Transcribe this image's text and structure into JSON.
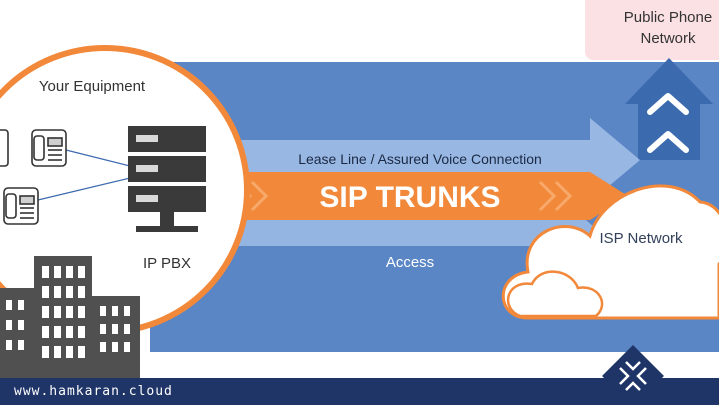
{
  "diagram": {
    "equipment_label": "Your Equipment",
    "pbx_label": "IP PBX",
    "top_label": "Lease Line / Assured Voice Connection",
    "trunk_label": "SIP TRUNKS",
    "access_label": "Access",
    "isp_label": "ISP Network",
    "pstn_label_line1": "Public Phone",
    "pstn_label_line2": "Network"
  },
  "footer": {
    "url": "www.hamkaran.cloud"
  },
  "colors": {
    "blue_band": "#5a86c6",
    "light_arrow": "#9fbde6",
    "orange": "#f2883a",
    "dark_navy": "#1f3568",
    "pink_box": "#fbe1e4",
    "up_arrow": "#3b6aae",
    "building": "#505050"
  }
}
